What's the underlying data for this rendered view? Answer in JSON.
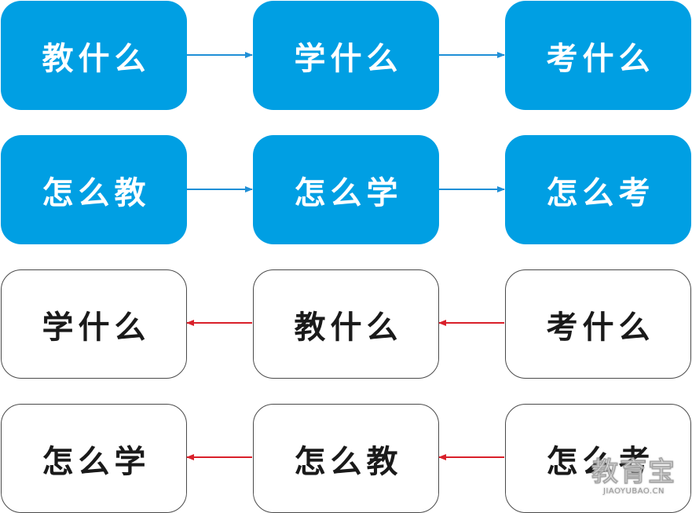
{
  "colors": {
    "blue_fill": "#009fe3",
    "blue_arrow": "#1f8fd6",
    "red_arrow": "#d9202a",
    "white_border": "#4a4a4a",
    "text_dark": "#1a1a1a"
  },
  "rows": [
    {
      "arrow_direction": "right",
      "style": "blue",
      "boxes": [
        "教什么",
        "学什么",
        "考什么"
      ]
    },
    {
      "arrow_direction": "right",
      "style": "blue",
      "boxes": [
        "怎么教",
        "怎么学",
        "怎么考"
      ]
    },
    {
      "arrow_direction": "left",
      "style": "white",
      "boxes": [
        "学什么",
        "教什么",
        "考什么"
      ]
    },
    {
      "arrow_direction": "left",
      "style": "white",
      "boxes": [
        "怎么学",
        "怎么教",
        "怎么考"
      ]
    }
  ],
  "watermark": {
    "logo_text": "教育宝",
    "url_text": "JIAOYUBAO.CN"
  }
}
